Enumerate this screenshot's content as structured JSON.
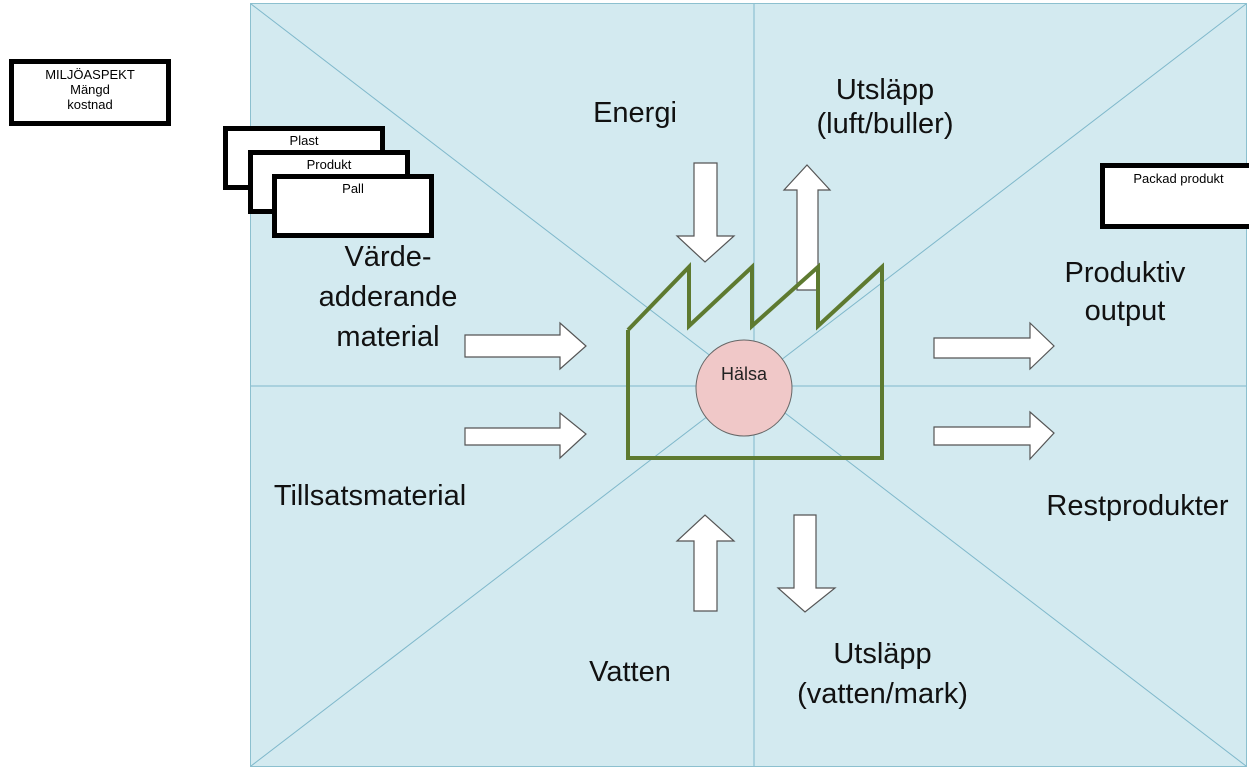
{
  "legend": {
    "title": "MILJÖASPEKT",
    "line2": "Mängd",
    "line3": "kostnad"
  },
  "stack_cards": [
    "Plast",
    "Produkt",
    "Pall"
  ],
  "output_card": "Packad produkt",
  "center": "Hälsa",
  "labels": {
    "energy": "Energi",
    "emissions_air": [
      "Utsläpp",
      "(luft/buller)"
    ],
    "value_adding": [
      "Värde-",
      "adderande",
      "material"
    ],
    "additives": "Tillsatsmaterial",
    "productive_output": [
      "Produktiv",
      "output"
    ],
    "residual": "Restprodukter",
    "water": "Vatten",
    "emissions_water": [
      "Utsläpp",
      "(vatten/mark)"
    ]
  },
  "colors": {
    "panel": "#d3eaf0",
    "factory": "#5e7a30",
    "circle": "#f0c8c8"
  }
}
